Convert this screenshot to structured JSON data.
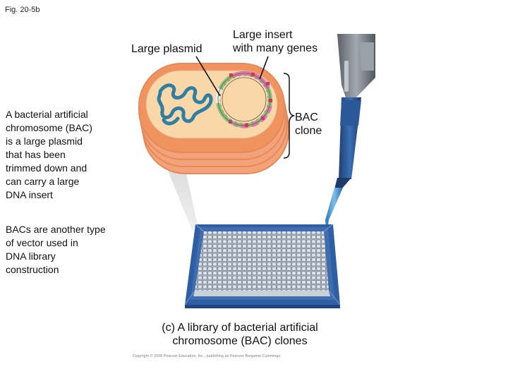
{
  "figure": {
    "label": "Fig. 20-5b",
    "caption": "(c) A library of bacterial artificial chromosome (BAC) clones",
    "copyright": "Copyright © 2008 Pearson Education, Inc., publishing as Pearson Benjamin Cummings."
  },
  "labels": {
    "large_plasmid": "Large plasmid",
    "large_insert": "Large insert\nwith many genes",
    "bac_clone": "BAC\nclone"
  },
  "notes": {
    "bac_definition": "A bacterial artificial\n    chromosome (BAC)\n    is a large plasmid\n    that has been\n    trimmed down and\n    can carry a large\n    DNA insert",
    "bac_vector": "BACs are another type\n    of vector used in\n    DNA library\n    construction"
  },
  "colors": {
    "cell_outline": "#e58a5a",
    "cell_fill": "#f9d7a9",
    "chromosome": "#2f7fa3",
    "plasmid_backbone": "#f2f0ea",
    "insert_green": "#8dc07a",
    "insert_pink": "#d97aa9",
    "plate_blue": "#2e5ea3",
    "plate_body": "#b8c1cb",
    "pipette_gray": "#7f868d",
    "pipette_tip": "#3e8fcf"
  }
}
